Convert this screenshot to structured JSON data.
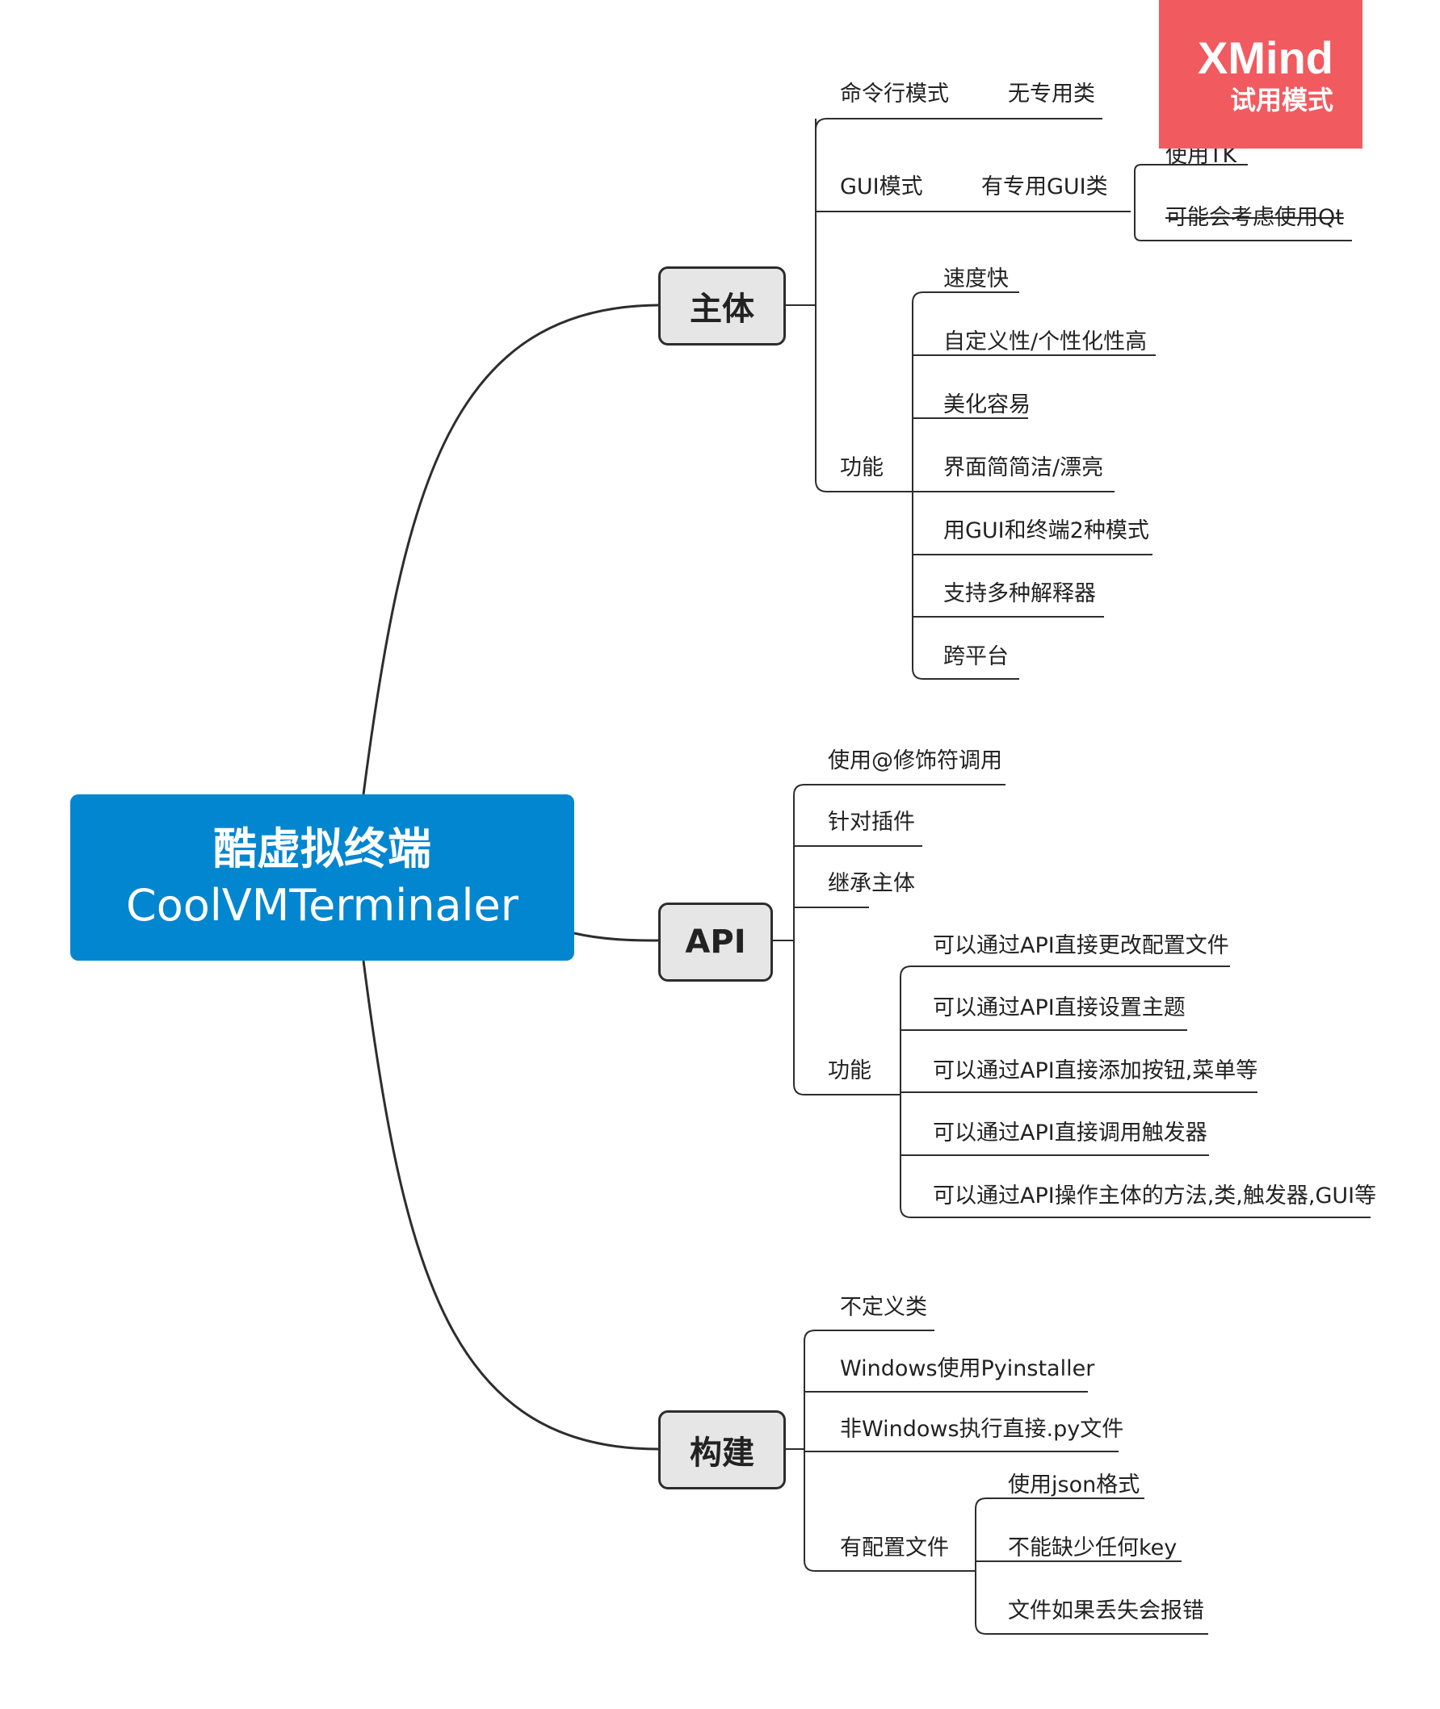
{
  "root": {
    "line1": "酷虚拟终端",
    "line2": "CoolVMTerminaler"
  },
  "branches": {
    "main": "主体",
    "api": "API",
    "build": "构建"
  },
  "main_children": {
    "cli": "命令行模式",
    "cli_detail": "无专用类",
    "gui": "GUI模式",
    "gui_detail": "有专用GUI类",
    "gui_tk": "使用TK",
    "gui_qt": "可能会考虑使用Qt",
    "features": "功能",
    "feature_items": [
      "速度快",
      "自定义性/个性化性高",
      "美化容易",
      "界面简简洁/漂亮",
      "用GUI和终端2种模式",
      "支持多种解释器",
      "跨平台"
    ]
  },
  "api_children": {
    "decorator": "使用@修饰符调用",
    "plugin": "针对插件",
    "inherit": "继承主体",
    "features": "功能",
    "feature_items": [
      "可以通过API直接更改配置文件",
      "可以通过API直接设置主题",
      "可以通过API直接添加按钮,菜单等",
      "可以通过API直接调用触发器",
      "可以通过API操作主体的方法,类,触发器,GUI等"
    ]
  },
  "build_children": {
    "nodef": "不定义类",
    "windows": "Windows使用Pyinstaller",
    "nonwindows": "非Windows执行直接.py文件",
    "config": "有配置文件",
    "config_items": [
      "使用json格式",
      "不能缺少任何key",
      "文件如果丢失会报错"
    ]
  },
  "watermark": {
    "line1": "XMind",
    "line2": "试用模式"
  },
  "colors": {
    "root": "#0286d0",
    "branch_bg": "#e6e6e6",
    "watermark": "#f15a5f",
    "line": "#2d2d2d"
  }
}
